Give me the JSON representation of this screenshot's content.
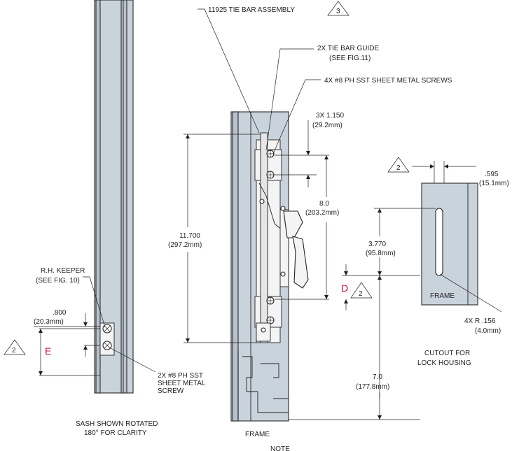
{
  "labels": {
    "tie_bar_assembly": "11925 TIE BAR ASSEMBLY",
    "tie_bar_guide_1": "2X TIE BAR GUIDE",
    "tie_bar_guide_2": "(SEE FIG.11)",
    "screws_4x": "4X #8 PH SST SHEET METAL SCREWS",
    "rh_keeper_1": "R.H. KEEPER",
    "rh_keeper_2": "(SEE FIG. 10)",
    "screw_2x_1": "2X #8 PH SST",
    "screw_2x_2": "SHEET METAL",
    "screw_2x_3": "SCREW",
    "sash_caption_1": "SASH SHOWN ROTATED",
    "sash_caption_2": "180° FOR CLARITY",
    "frame_bottom": "FRAME",
    "frame_cutout": "FRAME",
    "cutout_caption_1": "CUTOUT FOR",
    "cutout_caption_2": "LOCK HOUSING",
    "radius_1": "4X R .156",
    "radius_2": "(4.0mm)",
    "letter_d": "D",
    "letter_e": "E",
    "triangle_3": "3",
    "triangle_2a": "2",
    "triangle_2b": "2",
    "triangle_2c": "2",
    "note_fragment": "NOTE"
  },
  "dimensions": {
    "d1150_in": "3X 1.150",
    "d1150_mm": "(29.2mm)",
    "d8_in": "8.0",
    "d8_mm": "(203.2mm)",
    "d11700_in": "11.700",
    "d11700_mm": "(297.2mm)",
    "d3770_in": "3.770",
    "d3770_mm": "(95.8mm)",
    "d595_in": ".595",
    "d595_mm": "(15.1mm)",
    "d800_in": ".800",
    "d800_mm": "(20.3mm)",
    "d7_in": "7.0",
    "d7_mm": "(177.8mm)"
  }
}
